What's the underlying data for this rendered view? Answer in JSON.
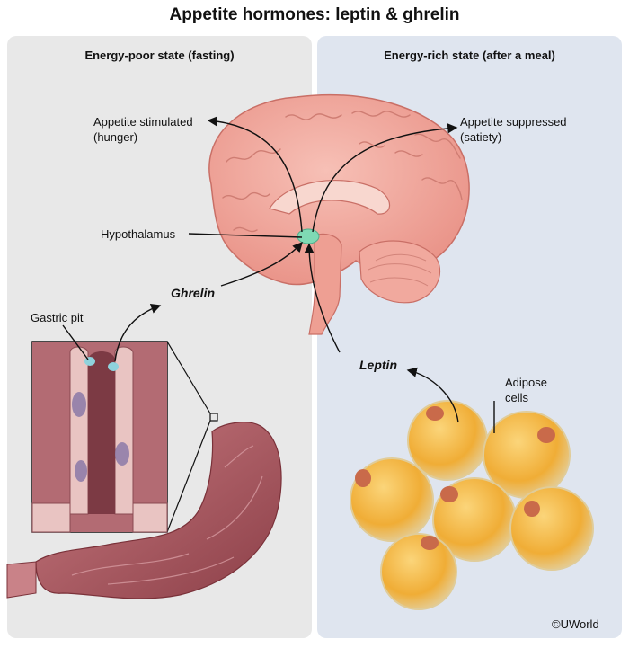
{
  "title": "Appetite hormones: leptin & ghrelin",
  "panels": {
    "left": {
      "heading": "Energy-poor state (fasting)"
    },
    "right": {
      "heading": "Energy-rich state (after a meal)"
    }
  },
  "labels": {
    "appetite_stimulated": "Appetite stimulated\n(hunger)",
    "appetite_suppressed": "Appetite suppressed\n(satiety)",
    "hypothalamus": "Hypothalamus",
    "ghrelin": "Ghrelin",
    "gastric_pit": "Gastric pit",
    "leptin": "Leptin",
    "adipose_cells": "Adipose\ncells"
  },
  "credit": "©UWorld",
  "colors": {
    "brain": "#f2a9a0",
    "hypothalamus": "#7fd9b4",
    "stomach": "#b5636b",
    "adipose": "#f2b23a"
  }
}
